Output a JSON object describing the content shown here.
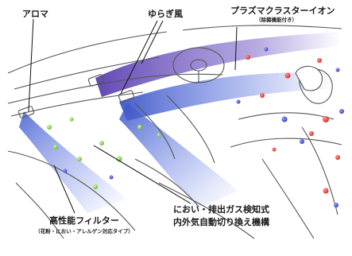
{
  "labels": {
    "aroma": "アロマ",
    "yuragi": "ゆらぎ風",
    "plasma_main": "プラズマクラスターイオン",
    "plasma_sub": "（除菌機能付き）",
    "filter_main": "高性能フィルター",
    "filter_sub": "（花粉・におい・アレルゲン対応タイプ）",
    "sensor_line1": "におい・排出ガス検知式",
    "sensor_line2": "内外気自動切り換え機構"
  },
  "colors": {
    "airflow_purple": "#7a63c8",
    "airflow_blue": "#5b7fe0",
    "ion_red": "#e0302a",
    "ion_blue": "#3a46c8",
    "aroma_green": "#7bd23c",
    "outline": "#555555"
  }
}
